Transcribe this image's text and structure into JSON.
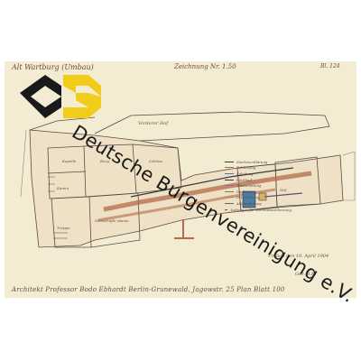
{
  "plan": {
    "title_left": "Alt Wartburg (Umbau)",
    "title_mid": "Zeichnung Nr. 1.50",
    "title_right": "Bl. 124",
    "bottom_line": "Architekt Professor Bodo Ebhardt  Berlin-Grunewald, Jagowstr. 25   Plan  Blatt 100",
    "date_note": "Umbau den 10. April 1904",
    "signature": "Gez. B.E.",
    "rooms": [
      "Vorderer Hof",
      "Hof",
      "Schloss",
      "Burg",
      "Wirtschafts-räume",
      "Kamin",
      "Treppe",
      "Kapelle"
    ]
  },
  "legend": {
    "items": [
      "Zeichenerklärung",
      "Rohleitung",
      "Zuleitung",
      "Rücklauf",
      "Wasserleitung",
      "Gasleitung",
      "Druckleitung",
      "Abflussleitung",
      "Leitungen für Warmwasserheizung"
    ],
    "colors": [
      "#3b3b3b",
      "#b36b4a",
      "#4d7da4",
      "#3a3a3a",
      "#8a6fa8",
      "#5a8a5a",
      "#aa8866",
      "#666666",
      "#7a4e3a"
    ]
  },
  "logo": {
    "colors": {
      "black": "#1a1a1a",
      "yellow": "#f2cc1b"
    }
  },
  "watermark": {
    "text": "Deutsche Burgenvereinigung e.V."
  }
}
